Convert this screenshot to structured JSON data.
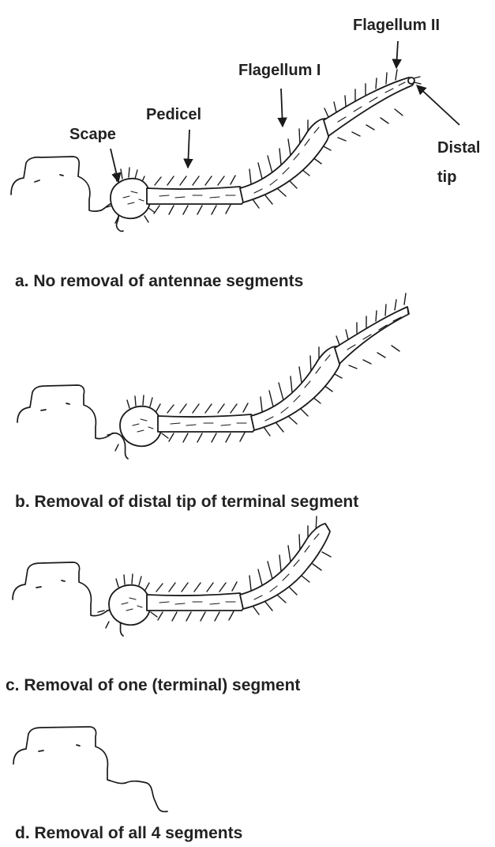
{
  "labels": {
    "scape": "Scape",
    "pedicel": "Pedicel",
    "flagellum_1": "Flagellum I",
    "flagellum_2": "Flagellum II",
    "distal_1": "Distal",
    "distal_2": "tip"
  },
  "panels": [
    {
      "id": "a",
      "caption": "a. No removal of antennae segments"
    },
    {
      "id": "b",
      "caption": "b. Removal of distal tip of terminal segment"
    },
    {
      "id": "c",
      "caption": "c. Removal of one (terminal) segment"
    },
    {
      "id": "d",
      "caption": "d. Removal of all 4 segments"
    }
  ],
  "colors": {
    "ink": "#1a1a1a",
    "text": "#222222",
    "background": "#ffffff"
  }
}
